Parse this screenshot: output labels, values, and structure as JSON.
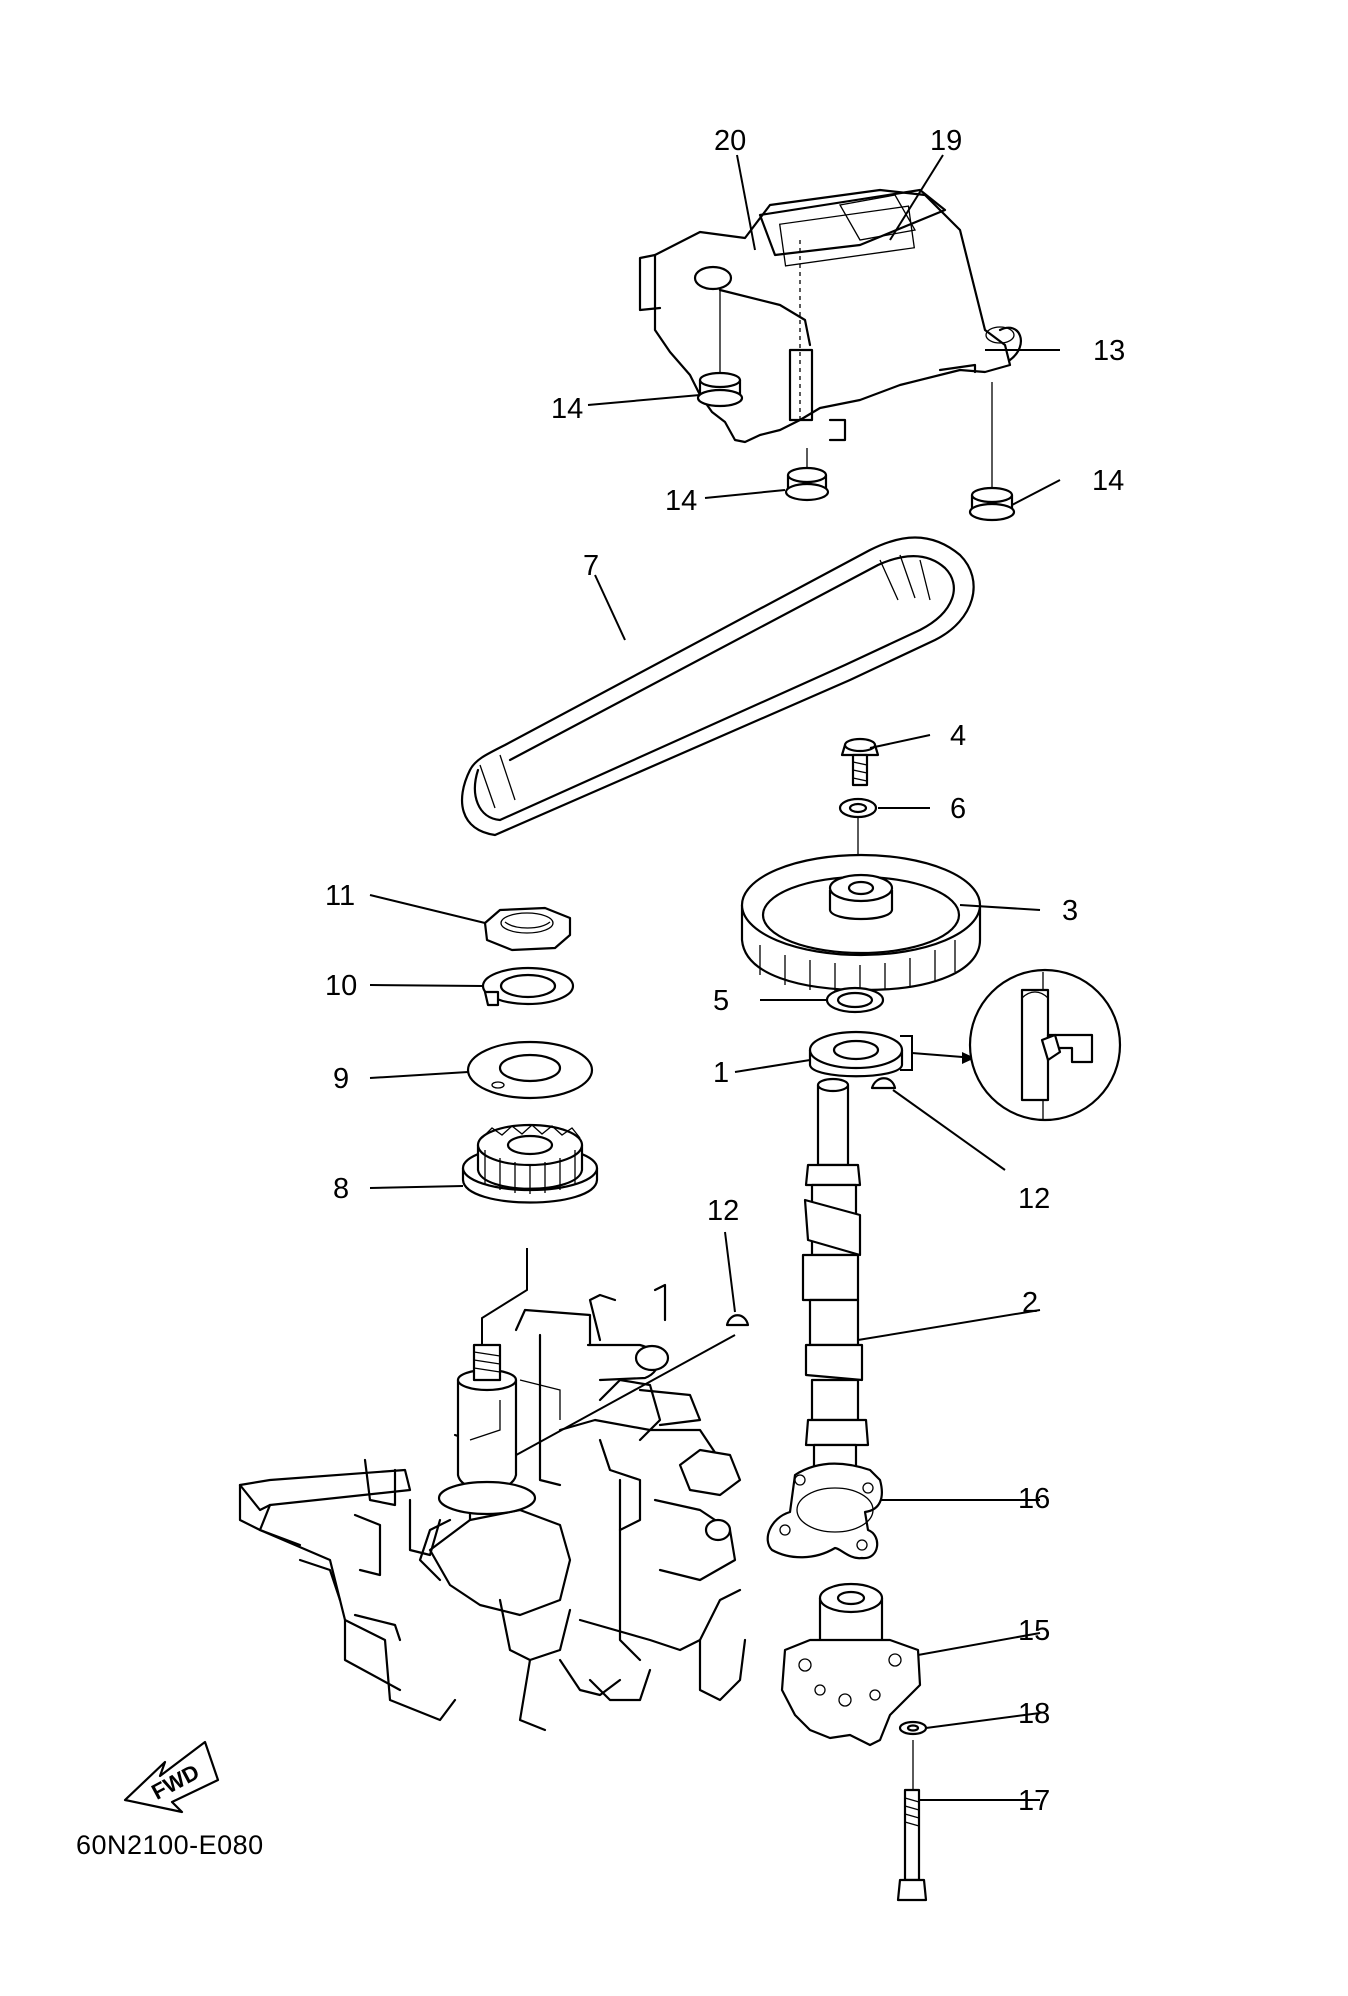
{
  "diagram": {
    "figure_code": "60N2100-E080",
    "fwd_label": "FWD",
    "callouts": {
      "c1": "1",
      "c2": "2",
      "c3": "3",
      "c4": "4",
      "c5": "5",
      "c6": "6",
      "c7": "7",
      "c8": "8",
      "c9": "9",
      "c10": "10",
      "c11": "11",
      "c12a": "12",
      "c12b": "12",
      "c13": "13",
      "c14a": "14",
      "c14b": "14",
      "c14c": "14",
      "c15": "15",
      "c16": "16",
      "c17": "17",
      "c18": "18",
      "c19": "19",
      "c20": "20"
    }
  }
}
